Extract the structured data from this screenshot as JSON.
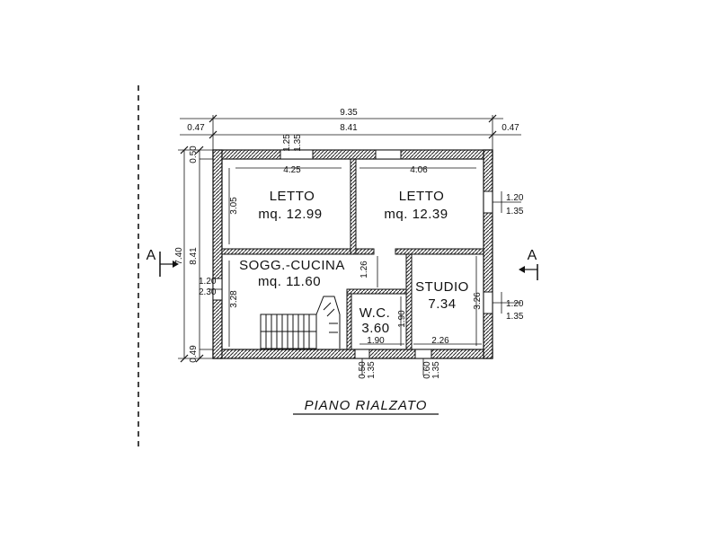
{
  "plan": {
    "title": "PIANO RIALZATO",
    "section_marker": "A",
    "rooms": [
      {
        "name": "LETTO",
        "area": "mq. 12.99",
        "width_label": "4.25",
        "height_label": "3.05"
      },
      {
        "name": "LETTO",
        "area": "mq. 12.39",
        "width_label": "4.06"
      },
      {
        "name": "SOGG.-CUCINA",
        "area": "mq. 11.60",
        "height_label": "3.28"
      },
      {
        "name": "W.C.",
        "area": "3.60",
        "width_label": "1.90",
        "height_label": "1.90"
      },
      {
        "name": "STUDIO",
        "area": "7.34",
        "width_label": "2.26",
        "height_label": "3.26"
      }
    ],
    "dims": {
      "overall_width": "9.35",
      "inner_width": "8.41",
      "left_offset": "0.47",
      "right_offset": "0.47",
      "overall_height": "7.40",
      "inner_height": "8.41",
      "top_wall": "0.50",
      "bottom_wall": "0.49",
      "top_window_a": "1.25",
      "top_window_b": "1.35",
      "right_window_1a": "1.20",
      "right_window_1b": "1.35",
      "right_window_2a": "1.20",
      "right_window_2b": "1.35",
      "left_window_a": "1.20",
      "left_window_b": "2.30",
      "hall_dim": "1.26",
      "bottom_door_1a": "0.50",
      "bottom_door_1b": "1.35",
      "bottom_door_2a": "0.60",
      "bottom_door_2b": "1.35"
    }
  }
}
